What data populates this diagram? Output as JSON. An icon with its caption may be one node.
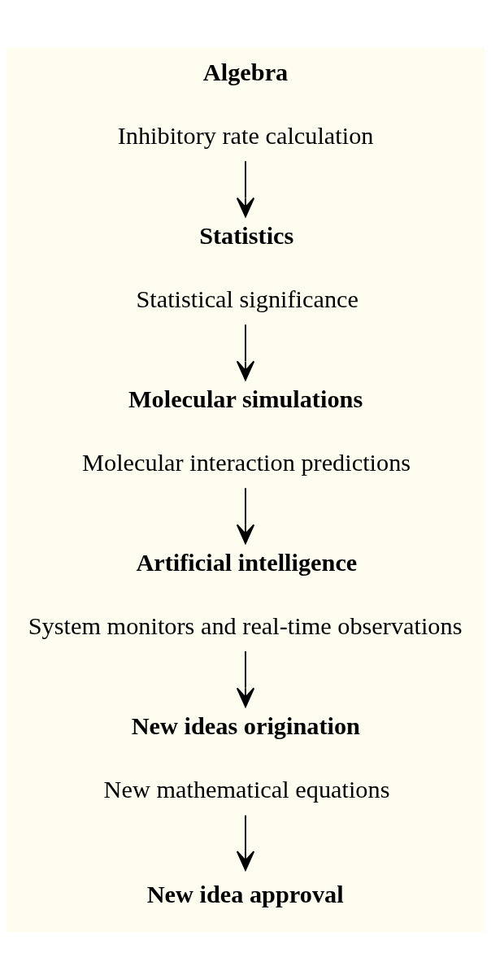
{
  "diagram": {
    "nodes": [
      {
        "text": [
          "Algebra",
          "Inhibitory rate calculation"
        ]
      },
      {
        "text": [
          "Statistics",
          "Statistical significance"
        ]
      },
      {
        "text": [
          "Molecular simulations",
          "Molecular interaction predictions"
        ]
      },
      {
        "text": [
          "Artificial intelligence",
          "System monitors and real-time observations"
        ]
      },
      {
        "text": [
          "New ideas origination",
          "New mathematical equations"
        ]
      },
      {
        "text": [
          "New idea approval"
        ]
      }
    ],
    "edges": [
      {
        "from": 0,
        "to": 1,
        "arrow": "to"
      },
      {
        "from": 1,
        "to": 2,
        "arrow": "to"
      },
      {
        "from": 2,
        "to": 3,
        "arrow": "to"
      },
      {
        "from": 3,
        "to": 4,
        "arrow": "to"
      },
      {
        "from": 4,
        "to": 5,
        "arrow": "to"
      }
    ]
  }
}
